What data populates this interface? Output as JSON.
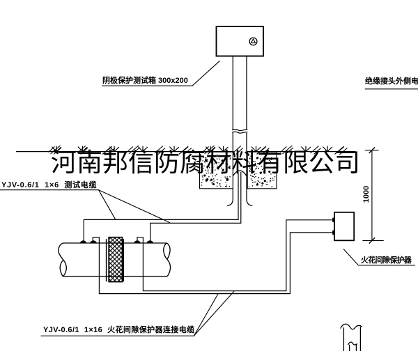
{
  "page": {
    "background": "#ffffff",
    "ink": "#000000",
    "description": "cathodic protection test station installation drawing"
  },
  "watermark": {
    "text": "河南邦信防腐材料有限公司"
  },
  "labels": {
    "test_box": {
      "text": "阴极保护测试箱 300x200"
    },
    "outer_cable": {
      "text": "绝缘接头外侧电缆"
    },
    "test_cable": {
      "text": "YJV-0.6/1  1×6  测试电缆"
    },
    "spark_cable": {
      "text": "YJV-0.6/1  1×16  火花间隙保护器连接电缆"
    },
    "spark_protector": {
      "text": "火花间隙保护器"
    }
  },
  "dimension": {
    "value": "1000"
  }
}
